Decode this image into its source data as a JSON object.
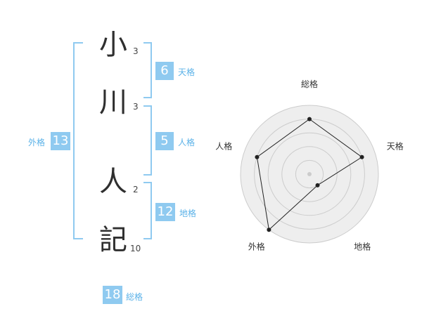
{
  "name_chars": [
    {
      "char": "小",
      "strokes": "3"
    },
    {
      "char": "川",
      "strokes": "3"
    },
    {
      "char": "人",
      "strokes": "2"
    },
    {
      "char": "記",
      "strokes": "10"
    }
  ],
  "fortunes": {
    "tenkaku": {
      "label": "天格",
      "value": "6"
    },
    "jinkaku": {
      "label": "人格",
      "value": "5"
    },
    "chikaku": {
      "label": "地格",
      "value": "12"
    },
    "gaikaku": {
      "label": "外格",
      "value": "13"
    },
    "soukaku": {
      "label": "総格",
      "value": "18"
    }
  },
  "colors": {
    "accent": "#8fcaf0",
    "label": "#5bb2e8",
    "radar_fill": "#eeeeee",
    "radar_ring": "#cccccc"
  },
  "chart_data": {
    "type": "radar",
    "axes": [
      "総格",
      "天格",
      "地格",
      "外格",
      "人格"
    ],
    "levels": 5,
    "max": 5,
    "values": [
      4,
      4,
      1,
      5,
      4
    ]
  }
}
